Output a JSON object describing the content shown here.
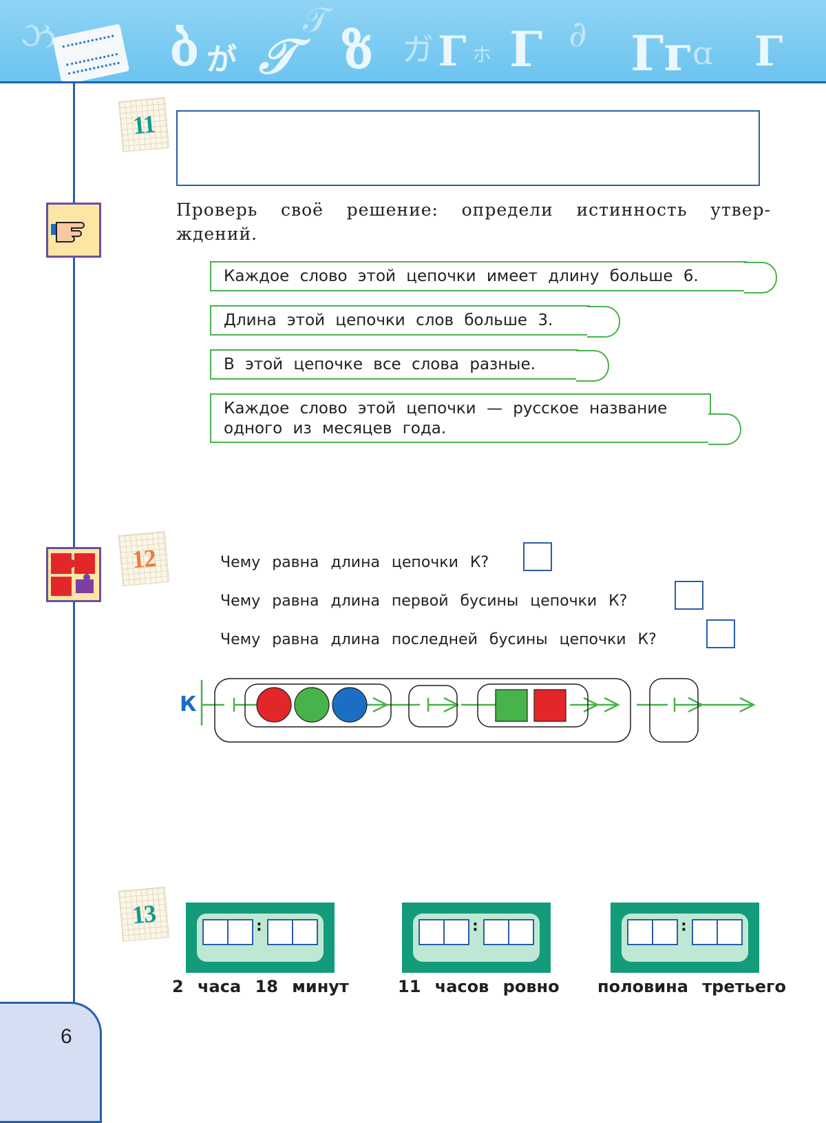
{
  "header": {
    "glyphs": [
      "ઝ",
      "ბ",
      "が",
      "𝒯",
      "𝒯",
      "ზ",
      "ガ",
      "Г",
      "ホ",
      "∂",
      "Гг",
      "ɑ",
      "Г"
    ]
  },
  "task11": {
    "number": "11",
    "prompt_line1": "Проверь своё решение: определи истинность утвер-",
    "prompt_line2": "ждений.",
    "statements": [
      "Каждое слово этой цепочки имеет длину больше 6.",
      "Длина этой цепочки слов больше 3.",
      "В этой цепочке все слова разные.",
      "Каждое слово этой цепочки — русское название одного из месяцев года."
    ]
  },
  "task12": {
    "number": "12",
    "questions": [
      "Чему равна длина цепочки К?",
      "Чему равна длина первой бусины цепочки К?",
      "Чему равна длина последней бусины цепочки К?"
    ],
    "chain_label": "К",
    "colors": {
      "green": "#48b34a",
      "red": "#e3262a",
      "blue": "#1a6fc4",
      "line": "#48b34a"
    }
  },
  "task13": {
    "number": "13",
    "captions": [
      "2 часа 18 минут",
      "11 часов ровно",
      "половина третьего"
    ]
  },
  "page_number": "6"
}
